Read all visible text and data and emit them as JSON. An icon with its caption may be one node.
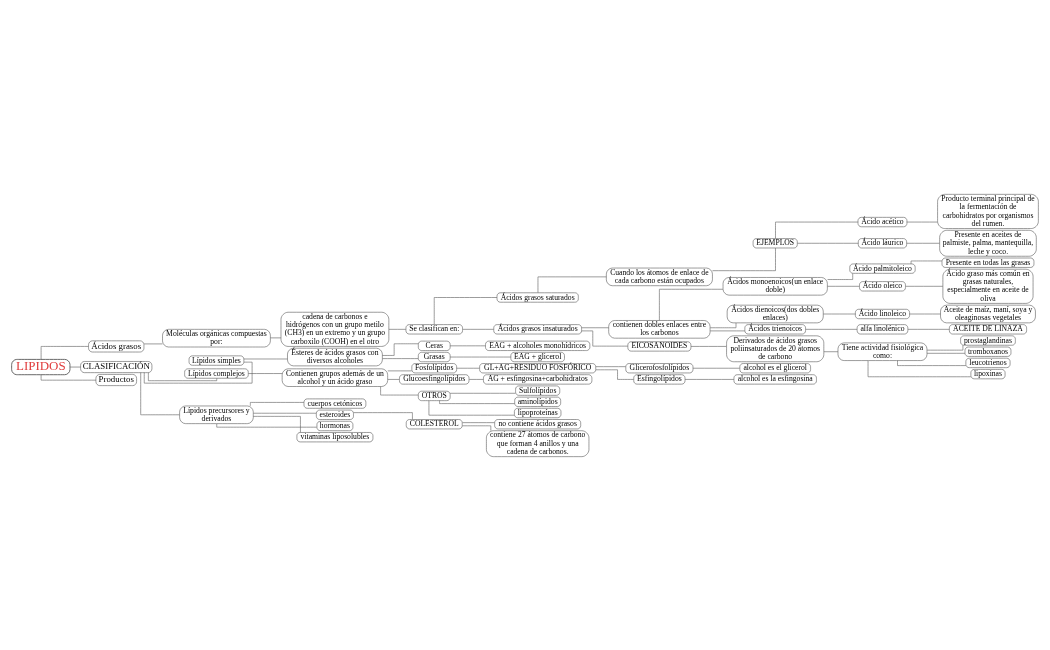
{
  "diagram": {
    "nodes": [
      {
        "text": [
          "LIPIDOS"
        ]
      },
      {
        "text": [
          "Ácidos grasos"
        ]
      },
      {
        "text": [
          "CLASIFICACIÓN"
        ]
      },
      {
        "text": [
          "Productos"
        ]
      },
      {
        "text": [
          "Moléculas orgánicas compuestas por:"
        ]
      },
      {
        "text": [
          "cadena de carbonos e hidrógenos con un grupo metilo (CH3) en un extremo y un grupo carboxilo (COOH) en el otro"
        ]
      },
      {
        "text": [
          "Se clasifican en:"
        ]
      },
      {
        "text": [
          "Ácidos grasos saturados"
        ]
      },
      {
        "text": [
          "Cuando los átomos de enlace de cada carbono están ocupados"
        ]
      },
      {
        "text": [
          "EJEMPLOS"
        ]
      },
      {
        "text": [
          "Ácido acético"
        ]
      },
      {
        "text": [
          "Ácido láurico"
        ]
      },
      {
        "text": [
          "Producto terminal principal de la fermentación de carbohidratos por organismos del rumen."
        ]
      },
      {
        "text": [
          "Presente en aceites de palmiste, palma, mantequilla, leche y coco."
        ]
      },
      {
        "text": [
          "Ácidos grasos insaturados"
        ]
      },
      {
        "text": [
          "contienen dobles enlaces entre los carbonos"
        ]
      },
      {
        "text": [
          "Ácidos monoenoicos(un enlace doble)"
        ]
      },
      {
        "text": [
          "Ácido palmitoleico"
        ]
      },
      {
        "text": [
          "Presente en todas las grasas"
        ]
      },
      {
        "text": [
          "Ácido oleico"
        ]
      },
      {
        "text": [
          "Ácido graso más común en grasas naturales, especialmente en aceite de oliva"
        ]
      },
      {
        "text": [
          "Ácidos dienoicos(dos dobles enlaces)"
        ]
      },
      {
        "text": [
          "Ácido linoleico"
        ]
      },
      {
        "text": [
          "Aceite de maíz, maní, soya y oleaginosas vegetales"
        ]
      },
      {
        "text": [
          "Ácidos trienoicos"
        ]
      },
      {
        "text": [
          "alfa linolénico"
        ]
      },
      {
        "text": [
          "ACEITE DE LINAZA"
        ]
      },
      {
        "text": [
          "EICOSANOIDES"
        ]
      },
      {
        "text": [
          "Derivados de ácidos grasos poliinsaturados de 20 átomos de carbono"
        ]
      },
      {
        "text": [
          "Tiene actividad fisiológica como:"
        ]
      },
      {
        "text": [
          "prostaglandinas"
        ]
      },
      {
        "text": [
          "tromboxanos"
        ]
      },
      {
        "text": [
          "leucotrienos"
        ]
      },
      {
        "text": [
          "lipoxinas"
        ]
      },
      {
        "text": [
          "Lípidos simples"
        ]
      },
      {
        "text": [
          "Ésteres de ácidos grasos con diversos alcoholes"
        ]
      },
      {
        "text": [
          "Ceras"
        ]
      },
      {
        "text": [
          "Grasas"
        ]
      },
      {
        "text": [
          "EAG + alcoholes monohídricos"
        ]
      },
      {
        "text": [
          "EAG + glicerol"
        ]
      },
      {
        "text": [
          "Lípidos complejos"
        ]
      },
      {
        "text": [
          "Contienen grupos además de un alcohol y un ácido graso"
        ]
      },
      {
        "text": [
          "Fosfolípidos"
        ]
      },
      {
        "text": [
          "GL+AG+RESIDUO FOSFÓRICO"
        ]
      },
      {
        "text": [
          "Glicerofosfolípidos"
        ]
      },
      {
        "text": [
          "Esfingolípidos"
        ]
      },
      {
        "text": [
          "alcohol es el glicerol"
        ]
      },
      {
        "text": [
          "alcohol es la esfingosina"
        ]
      },
      {
        "text": [
          "Glucoesfingolípidos"
        ]
      },
      {
        "text": [
          "AG + esfingosina+carbohidratos"
        ]
      },
      {
        "text": [
          "OTROS"
        ]
      },
      {
        "text": [
          "Sulfolípidos"
        ]
      },
      {
        "text": [
          "aminolípidos"
        ]
      },
      {
        "text": [
          "lipoproteínas"
        ]
      },
      {
        "text": [
          "Lípidos precursores y derivados"
        ]
      },
      {
        "text": [
          "cuerpos cetónicos"
        ]
      },
      {
        "text": [
          "esteroides"
        ]
      },
      {
        "text": [
          "COLESTEROL"
        ]
      },
      {
        "text": [
          "no contiene ácidos grasos"
        ]
      },
      {
        "text": [
          "contiene 27 átomos de carbono que forman 4 anillos y una cadena de carbonos."
        ]
      },
      {
        "text": [
          "hormonas"
        ]
      },
      {
        "text": [
          "vitaminas liposolubles"
        ]
      }
    ],
    "edges": [
      {
        "from": 0,
        "to": 1,
        "arrow": "none"
      },
      {
        "from": 0,
        "to": 2,
        "arrow": "none"
      },
      {
        "from": 0,
        "to": 3,
        "arrow": "none"
      },
      {
        "from": 1,
        "to": 4,
        "arrow": "none"
      },
      {
        "from": 4,
        "to": 5,
        "arrow": "none"
      },
      {
        "from": 5,
        "to": 6,
        "arrow": "none"
      },
      {
        "from": 6,
        "to": 7,
        "arrow": "none"
      },
      {
        "from": 7,
        "to": 8,
        "arrow": "none"
      },
      {
        "from": 8,
        "to": 9,
        "arrow": "none"
      },
      {
        "from": 9,
        "to": 10,
        "arrow": "none"
      },
      {
        "from": 9,
        "to": 11,
        "arrow": "none"
      },
      {
        "from": 10,
        "to": 12,
        "arrow": "none"
      },
      {
        "from": 11,
        "to": 13,
        "arrow": "none"
      },
      {
        "from": 6,
        "to": 14,
        "arrow": "none"
      },
      {
        "from": 14,
        "to": 15,
        "arrow": "none"
      },
      {
        "from": 15,
        "to": 16,
        "arrow": "none"
      },
      {
        "from": 16,
        "to": 17,
        "arrow": "none"
      },
      {
        "from": 17,
        "to": 18,
        "arrow": "none"
      },
      {
        "from": 16,
        "to": 19,
        "arrow": "none"
      },
      {
        "from": 19,
        "to": 20,
        "arrow": "none"
      },
      {
        "from": 15,
        "to": 21,
        "arrow": "none"
      },
      {
        "from": 21,
        "to": 22,
        "arrow": "none"
      },
      {
        "from": 22,
        "to": 23,
        "arrow": "none"
      },
      {
        "from": 15,
        "to": 24,
        "arrow": "none"
      },
      {
        "from": 24,
        "to": 25,
        "arrow": "none"
      },
      {
        "from": 25,
        "to": 26,
        "arrow": "none"
      },
      {
        "from": 14,
        "to": 27,
        "arrow": "none"
      },
      {
        "from": 27,
        "to": 28,
        "arrow": "none"
      },
      {
        "from": 28,
        "to": 29,
        "arrow": "none"
      },
      {
        "from": 29,
        "to": 30,
        "arrow": "none"
      },
      {
        "from": 29,
        "to": 31,
        "arrow": "none"
      },
      {
        "from": 29,
        "to": 32,
        "arrow": "none"
      },
      {
        "from": 29,
        "to": 33,
        "arrow": "none"
      },
      {
        "from": 2,
        "to": 34,
        "arrow": "none"
      },
      {
        "from": 34,
        "to": 35,
        "arrow": "none"
      },
      {
        "from": 35,
        "to": 36,
        "arrow": "none"
      },
      {
        "from": 35,
        "to": 37,
        "arrow": "none"
      },
      {
        "from": 36,
        "to": 38,
        "arrow": "none"
      },
      {
        "from": 37,
        "to": 39,
        "arrow": "none"
      },
      {
        "from": 2,
        "to": 40,
        "arrow": "none"
      },
      {
        "from": 40,
        "to": 41,
        "arrow": "none"
      },
      {
        "from": 41,
        "to": 42,
        "arrow": "none"
      },
      {
        "from": 42,
        "to": 43,
        "arrow": "none"
      },
      {
        "from": 43,
        "to": 44,
        "arrow": "none"
      },
      {
        "from": 43,
        "to": 45,
        "arrow": "none"
      },
      {
        "from": 44,
        "to": 46,
        "arrow": "none"
      },
      {
        "from": 45,
        "to": 47,
        "arrow": "none"
      },
      {
        "from": 41,
        "to": 48,
        "arrow": "none"
      },
      {
        "from": 48,
        "to": 49,
        "arrow": "none"
      },
      {
        "from": 41,
        "to": 50,
        "arrow": "none"
      },
      {
        "from": 50,
        "to": 51,
        "arrow": "none"
      },
      {
        "from": 50,
        "to": 52,
        "arrow": "none"
      },
      {
        "from": 50,
        "to": 53,
        "arrow": "none"
      },
      {
        "from": 2,
        "to": 54,
        "arrow": "none"
      },
      {
        "from": 54,
        "to": 55,
        "arrow": "none"
      },
      {
        "from": 54,
        "to": 56,
        "arrow": "none"
      },
      {
        "from": 56,
        "to": 57,
        "arrow": "none"
      },
      {
        "from": 57,
        "to": 58,
        "arrow": "none"
      },
      {
        "from": 57,
        "to": 59,
        "arrow": "none"
      },
      {
        "from": 54,
        "to": 60,
        "arrow": "none"
      },
      {
        "from": 54,
        "to": 61,
        "arrow": "none"
      }
    ]
  }
}
